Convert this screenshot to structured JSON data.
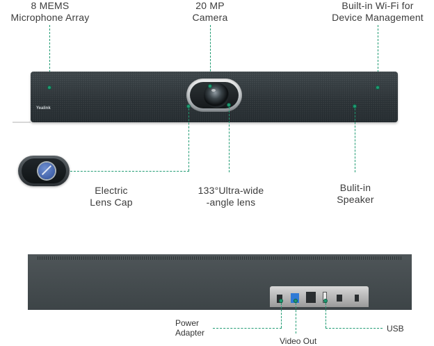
{
  "labels": {
    "microphone": [
      "8 MEMS",
      "Microphone Array"
    ],
    "camera": [
      "20 MP",
      "Camera"
    ],
    "wifi": [
      "Built-in Wi-Fi for",
      "Device Management"
    ],
    "lens_cap": [
      "Electric",
      "Lens Cap"
    ],
    "lens": [
      "133°Ultra-wide",
      "-angle lens"
    ],
    "speaker": [
      "Bulit-in",
      "Speaker"
    ],
    "power": [
      "Power",
      "Adapter"
    ],
    "video_out": "Video Out",
    "usb": "USB"
  },
  "brand": "Yealink",
  "colors": {
    "callout": "#1f9b72",
    "device_body": "#2b3236",
    "port_blue": "#2f7ad6"
  }
}
